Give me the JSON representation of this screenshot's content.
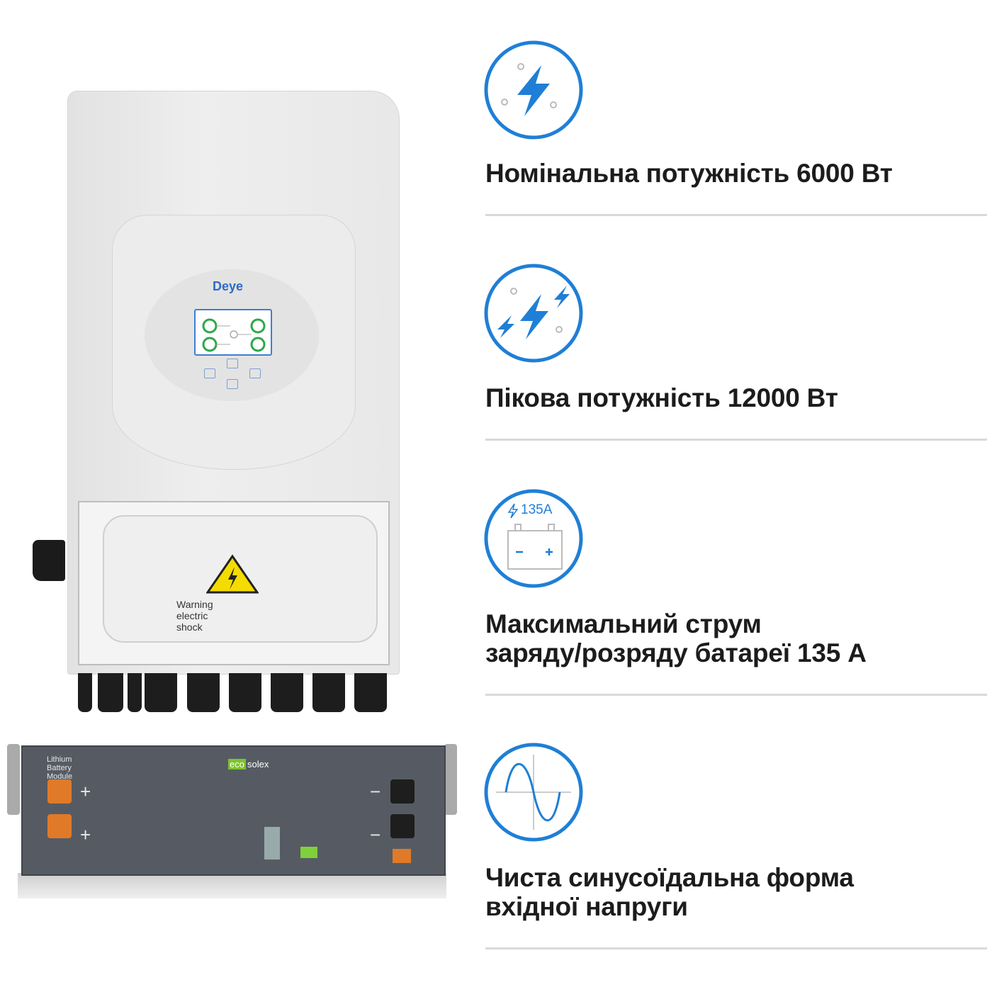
{
  "product": {
    "inverter_brand": "Deye",
    "inverter_warning": "Warning electric shock",
    "battery_label": "Lithium Battery Module",
    "battery_brand_prefix": "eco",
    "battery_brand_suffix": "solex",
    "battery_plus": "+",
    "battery_minus": "−"
  },
  "features": [
    {
      "icon": "lightning-icon",
      "title": "Номінальна потужність 6000 Вт"
    },
    {
      "icon": "double-lightning-icon",
      "title": "Пікова потужність 12000 Вт"
    },
    {
      "icon": "battery-icon",
      "icon_label": "135A",
      "title_line1": "Максимальний струм",
      "title_line2": "заряду/розряду батареї 135 А"
    },
    {
      "icon": "sine-wave-icon",
      "title_line1": "Чиста синусоїдальна форма",
      "title_line2": "вхідної напруги"
    }
  ],
  "colors": {
    "accent": "#1f7fd6",
    "text": "#1c1c1c",
    "divider": "#d9d9d9",
    "battery": "#565b63",
    "terminal_positive": "#e07a28"
  }
}
